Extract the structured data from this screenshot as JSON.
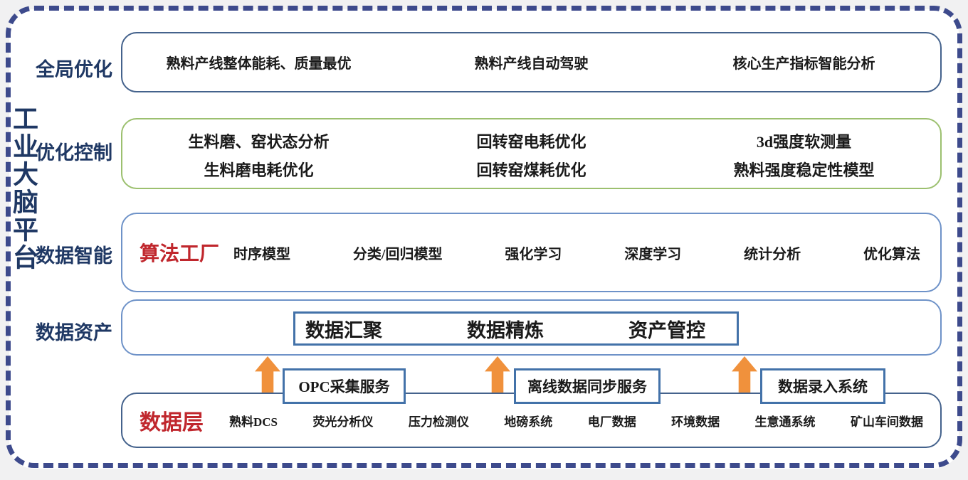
{
  "title": {
    "platform": "工业大脑平台"
  },
  "colors": {
    "navy_text": "#1F3864",
    "red_text": "#C0272D",
    "slate_border": "#44628C",
    "green_border": "#9CC06F",
    "blue_border": "#6E92C8",
    "strong_blue_border": "#4372A9",
    "arrow_orange": "#F0913C",
    "dashed_frame": "#3D4A8C"
  },
  "layers": {
    "global": {
      "label": "全局优化",
      "items": [
        "熟料产线整体能耗、质量最优",
        "熟料产线自动驾驶",
        "核心生产指标智能分析"
      ]
    },
    "control": {
      "label": "优化控制",
      "row1": [
        "生料磨、窑状态分析",
        "回转窑电耗优化",
        "3d强度软测量"
      ],
      "row2": [
        "生料磨电耗优化",
        "回转窑煤耗优化",
        "熟料强度稳定性模型"
      ]
    },
    "intelligence": {
      "label": "数据智能",
      "factory": "算法工厂",
      "items": [
        "时序模型",
        "分类/回归模型",
        "强化学习",
        "深度学习",
        "统计分析",
        "优化算法"
      ]
    },
    "assets": {
      "label": "数据资产",
      "items": [
        "数据汇聚",
        "数据精炼",
        "资产管控"
      ]
    },
    "data_layer": {
      "label": "数据层",
      "sources": [
        "熟料DCS",
        "荧光分析仪",
        "压力检测仪",
        "地磅系统",
        "电厂数据",
        "环境数据",
        "生意通系统",
        "矿山车间数据"
      ]
    }
  },
  "services": {
    "opc": "OPC采集服务",
    "offline": "离线数据同步服务",
    "entry": "数据录入系统"
  }
}
